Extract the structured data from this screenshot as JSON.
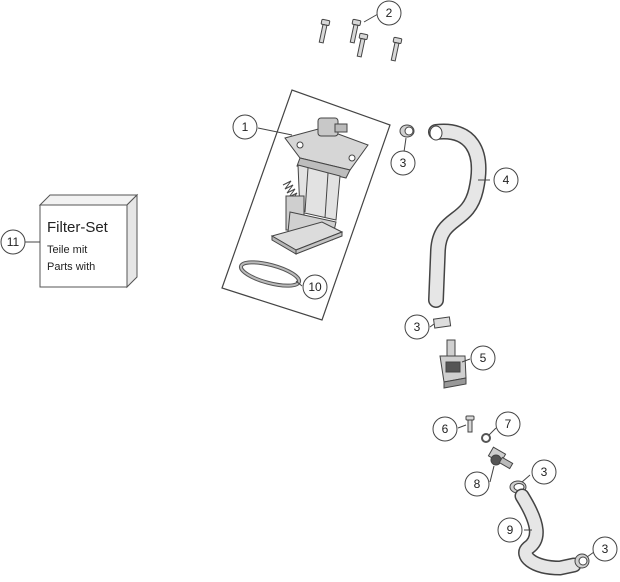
{
  "callouts": {
    "c1": "1",
    "c2": "2",
    "c3a": "3",
    "c3b": "3",
    "c3c": "3",
    "c3d": "3",
    "c4": "4",
    "c5": "5",
    "c6": "6",
    "c7": "7",
    "c8": "8",
    "c9": "9",
    "c10": "10",
    "c11": "11"
  },
  "filter_set": {
    "title": "Filter-Set",
    "line1": "Teile mit",
    "line2": "Parts with"
  },
  "colors": {
    "part_fill": "#d9d9d9",
    "outline": "#444444",
    "hose": "#cfcfcf"
  }
}
